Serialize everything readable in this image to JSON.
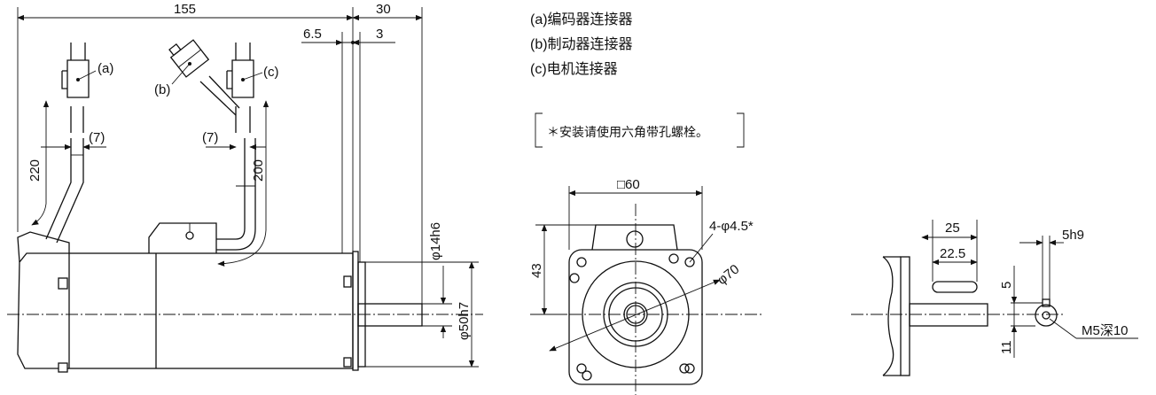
{
  "legend": {
    "a": "(a)编码器连接器",
    "b": "(b)制动器连接器",
    "c": "(c)电机连接器"
  },
  "note": "＊安装请使用六角带孔螺栓。",
  "side_view": {
    "overall_length": "155",
    "shaft_length": "30",
    "flange_thickness": "6.5",
    "shaft_step": "3",
    "label_a": "(a)",
    "label_b": "(b)",
    "label_c": "(c)",
    "cable_dia_left": "(7)",
    "cable_dia_right": "(7)",
    "cable_len_left": "220",
    "cable_len_right": "200",
    "shaft_dia": "φ14h6",
    "pilot_dia": "φ50h7"
  },
  "front_view": {
    "square_size": "□60",
    "hole_spec": "4-φ4.5*",
    "pcd": "φ70",
    "height_43": "43"
  },
  "shaft_detail": {
    "len_25": "25",
    "len_22_5": "22.5",
    "key_width": "5h9",
    "key_depth_5": "5",
    "key_height_11": "11",
    "tap_hole": "M5深10"
  }
}
